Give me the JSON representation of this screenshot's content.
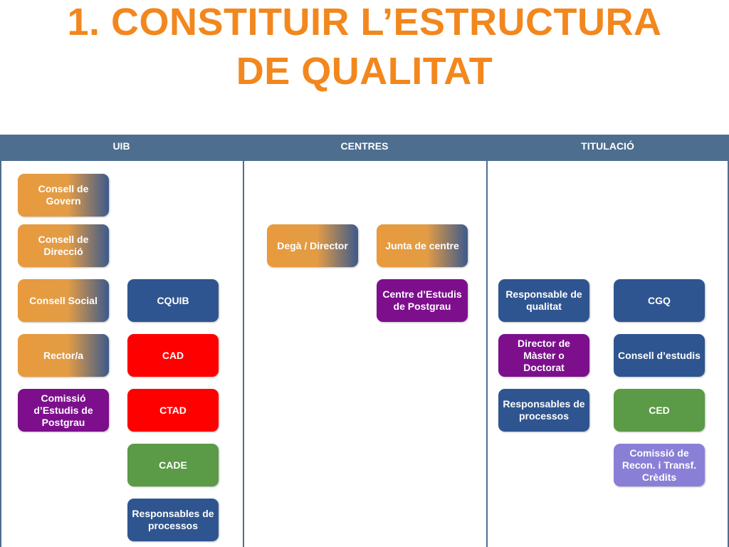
{
  "title": {
    "line1": "1. CONSTITUIR L’ESTRUCTURA",
    "line2": "DE QUALITAT"
  },
  "columns": {
    "uib": "UIB",
    "centres": "CENTRES",
    "titulacio": "TITULACIÓ"
  },
  "colors": {
    "title": "#f2871e",
    "header": "#4d6e8f",
    "blue": "#2f5590",
    "red": "#ff0000",
    "green": "#5b9a46",
    "purple": "#7d0f8d",
    "lilac": "#8a7fd6",
    "gradient_start": "#e89a3c"
  },
  "uib": {
    "consell_govern": "Consell de Govern",
    "consell_direccio": "Consell de Direcció",
    "consell_social": "Consell Social",
    "rector": "Rector/a",
    "comissio_postgrau": "Comissió d’Estudis de Postgrau",
    "cquib": "CQUIB",
    "cad": "CAD",
    "ctad": "CTAD",
    "cade": "CADE",
    "responsables_processos": "Responsables de processos"
  },
  "centres": {
    "dega_director": "Degà / Director",
    "junta_centre": "Junta de centre",
    "centre_postgrau": "Centre d’Estudis de Postgrau"
  },
  "titulacio": {
    "responsable_qualitat": "Responsable de qualitat",
    "director_master": "Director de Màster o Doctorat",
    "responsables_processos": "Responsables de processos",
    "cgq": "CGQ",
    "consell_estudis": "Consell d’estudis",
    "ced": "CED",
    "comissio_recon": "Comissió de Recon. i Transf. Crèdits"
  }
}
